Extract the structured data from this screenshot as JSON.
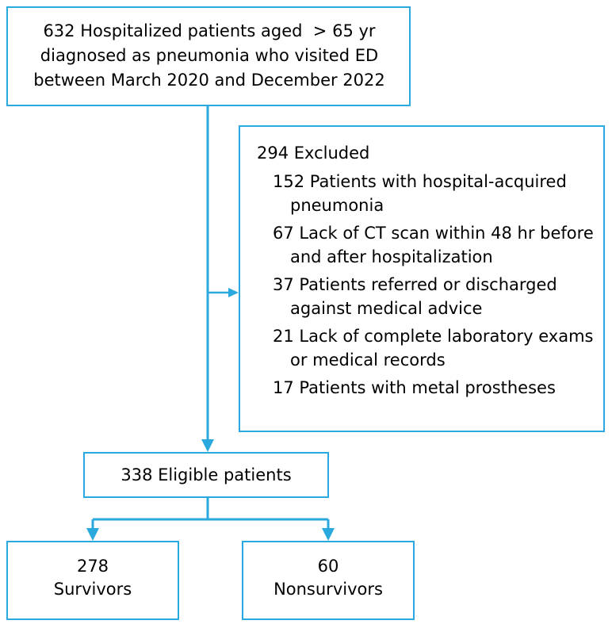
{
  "figure": {
    "type": "flowchart",
    "accent_color": "#2AA9DE",
    "text_color": "#000000",
    "background": "#ffffff"
  },
  "nodes": {
    "enrolled": {
      "label": "632 Hospitalized patients aged  > 65 yr\ndiagnosed as pneumonia who visited ED\nbetween March 2020 and December 2022",
      "count": 632
    },
    "excluded": {
      "title": "294 Excluded",
      "count": 294,
      "items": [
        "152 Patients with hospital-acquired pneumonia",
        "67 Lack of CT scan within 48 hr before and after hospitalization",
        "37 Patients referred or discharged against medical advice",
        "21 Lack of complete laboratory exams or medical records",
        "17 Patients with metal prostheses"
      ]
    },
    "eligible": {
      "label": "338 Eligible patients",
      "count": 338
    },
    "survivors": {
      "label": "278\nSurvivors",
      "count": 278
    },
    "nonsurvivors": {
      "label": "60\nNonsurvivors",
      "count": 60
    }
  }
}
